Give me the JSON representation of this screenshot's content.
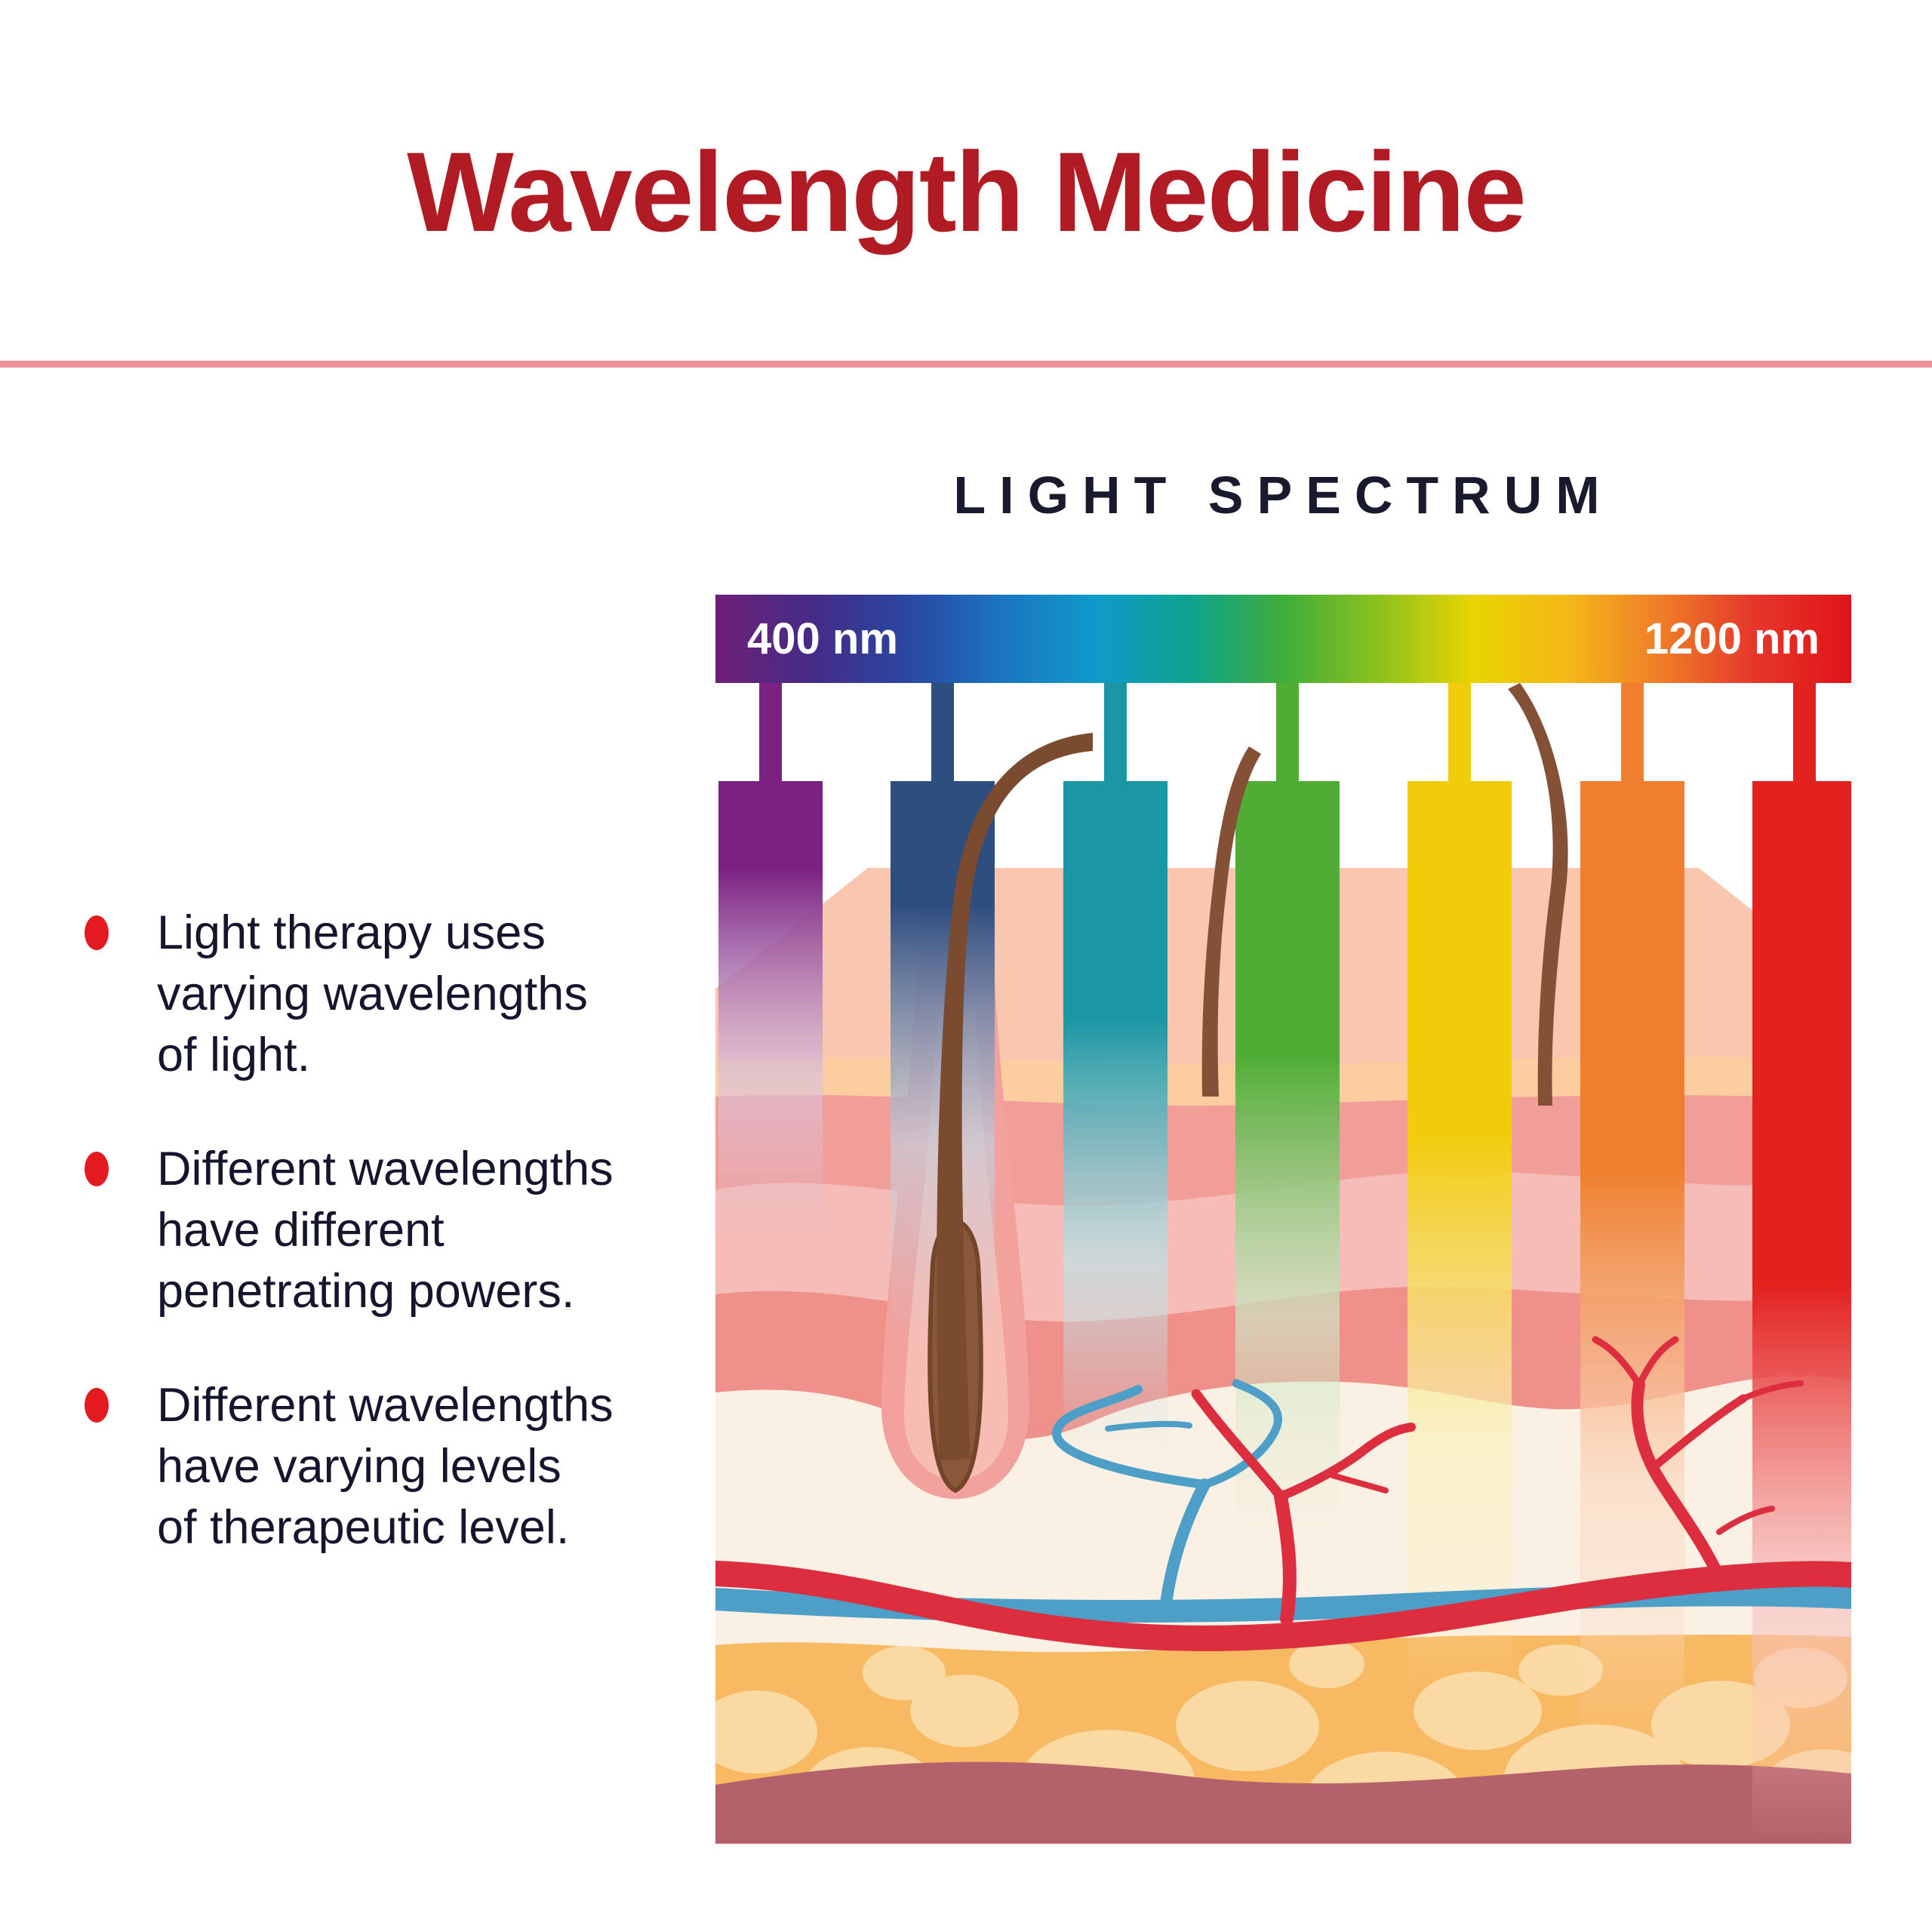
{
  "title": "Wavelength Medicine",
  "bullets": [
    {
      "lines": [
        "Light therapy uses",
        "varying wavelengths",
        "of light."
      ]
    },
    {
      "lines": [
        "Different wavelengths",
        "have different",
        "penetrating powers."
      ]
    },
    {
      "lines": [
        "Different wavelengths",
        "have varying levels",
        "of therapeutic level."
      ]
    }
  ],
  "figure": {
    "heading": "LIGHT SPECTRUM",
    "scale": {
      "min_label": "400 nm",
      "max_label": "1200 nm"
    },
    "spectrum_gradient": [
      "#6E2077",
      "#462B86",
      "#2A46A0",
      "#1B74C0",
      "#0F9ACA",
      "#0DA391",
      "#3FAD3A",
      "#8CC11D",
      "#E8D400",
      "#F4B817",
      "#EE7D28",
      "#E6352A",
      "#DF1418"
    ],
    "bars": [
      {
        "name": "violet",
        "color": "#7A2182",
        "center": 73,
        "fade_start": 245,
        "fade_end": 745
      },
      {
        "name": "blue",
        "color": "#2F4E80",
        "center": 301,
        "fade_start": 295,
        "fade_end": 875
      },
      {
        "name": "teal",
        "color": "#1B96A4",
        "center": 530,
        "fade_start": 445,
        "fade_end": 1030
      },
      {
        "name": "green",
        "color": "#4FAD35",
        "center": 758,
        "fade_start": 495,
        "fade_end": 1120
      },
      {
        "name": "yellow",
        "color": "#F1CC0B",
        "center": 986,
        "fade_start": 595,
        "fade_end": 1330
      },
      {
        "name": "orange",
        "color": "#EF7F2E",
        "center": 1215,
        "fade_start": 645,
        "fade_end": 1420
      },
      {
        "name": "red",
        "color": "#E3211F",
        "center": 1443,
        "fade_start": 795,
        "fade_end": 1535
      }
    ],
    "skin_palette": {
      "epidermis": "#F9C7B0",
      "epidermis_band": "#FBCDA0",
      "dermis_salmon": "#F19E98",
      "dermis_pink": "#F6BCB7",
      "dermis_deep": "#EF908A",
      "subcutis_cream": "#FAF0E3",
      "fat": "#F8B963",
      "fat_cell": "#FBD9A2",
      "muscle": "#B5616C",
      "artery": "#DC2E3E",
      "vein": "#4D9FC8",
      "hair": "#7B4B2F",
      "follicle_sheath": "#F2A19C"
    }
  },
  "theme": {
    "title_color": "#B11C24",
    "divider_color": "#F0929A",
    "heading_color": "#1A1A2E",
    "text_color": "#15152E",
    "bullet_color": "#E31A1F"
  }
}
